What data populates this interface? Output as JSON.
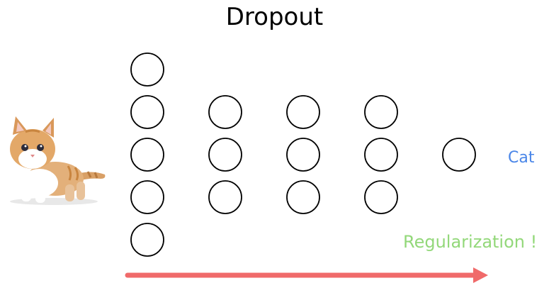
{
  "title": "Dropout",
  "output_label": "Cat",
  "annotation": "Regularization !",
  "network": {
    "layer_neuron_counts": [
      5,
      3,
      3,
      3,
      1
    ]
  },
  "input_image": {
    "subject": "kitten"
  },
  "colors": {
    "neuron_stroke": "#000000",
    "arrow": "#f06a6a",
    "output_label": "#4a86e8",
    "annotation": "#93d87a"
  },
  "icons": {
    "arrow": "right-arrow-icon"
  }
}
